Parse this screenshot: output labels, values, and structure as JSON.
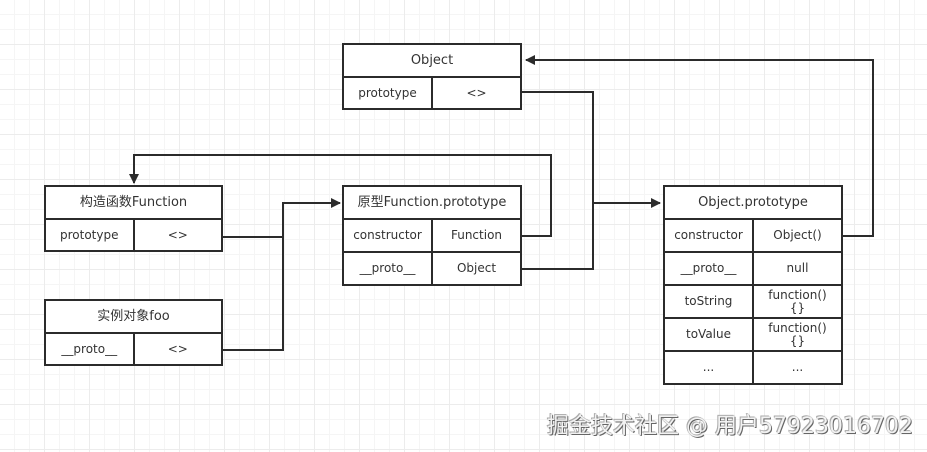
{
  "boxes": {
    "object": {
      "title": "Object",
      "rows": [
        {
          "key": "prototype",
          "value": "<>"
        }
      ]
    },
    "constructor_function": {
      "title": "构造函数Function",
      "rows": [
        {
          "key": "prototype",
          "value": "<>"
        }
      ]
    },
    "instance_foo": {
      "title": "实例对象foo",
      "rows": [
        {
          "key": "__proto__",
          "value": "<>"
        }
      ]
    },
    "function_prototype": {
      "title": "原型Function.prototype",
      "rows": [
        {
          "key": "constructor",
          "value": "Function"
        },
        {
          "key": "__proto__",
          "value": "Object"
        }
      ]
    },
    "object_prototype": {
      "title": "Object.prototype",
      "rows": [
        {
          "key": "constructor",
          "value": "Object()"
        },
        {
          "key": "__proto__",
          "value": "null"
        },
        {
          "key": "toString",
          "value": "function()\n{}"
        },
        {
          "key": "toValue",
          "value": "function()\n{}"
        },
        {
          "key": "...",
          "value": "..."
        }
      ]
    }
  },
  "connections": [
    {
      "from": "constructor_function.prototype",
      "to": "function_prototype"
    },
    {
      "from": "instance_foo.__proto__",
      "to": "function_prototype"
    },
    {
      "from": "function_prototype.constructor",
      "to": "constructor_function"
    },
    {
      "from": "function_prototype.__proto__",
      "to": "object_prototype"
    },
    {
      "from": "object.prototype",
      "to": "object_prototype"
    },
    {
      "from": "object_prototype.constructor",
      "to": "object"
    }
  ],
  "watermark": "掘金技术社区 @ 用户57923016702"
}
